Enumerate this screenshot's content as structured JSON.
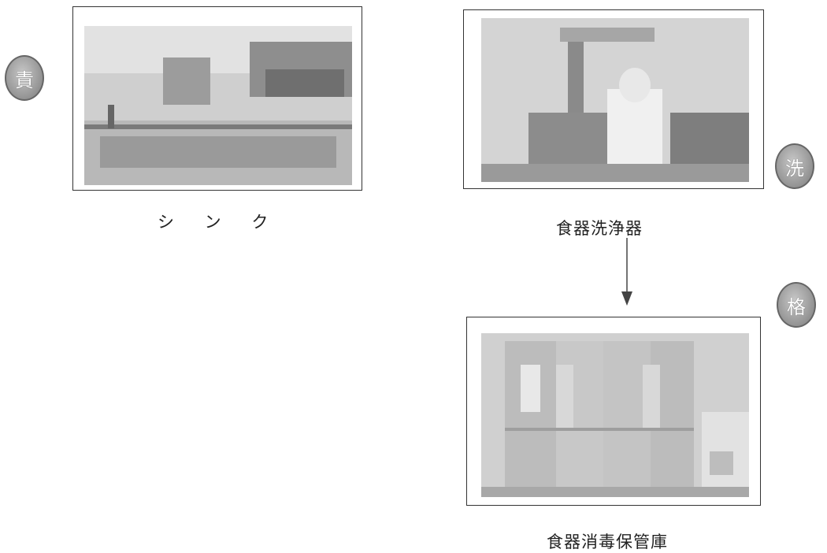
{
  "steps": [
    {
      "badge": "責",
      "caption": "シ ン ク",
      "photo": "sink-photo"
    },
    {
      "badge": "洗",
      "caption": "食器洗浄器",
      "photo": "dishwasher-photo"
    },
    {
      "badge": "格",
      "caption": "食器消毒保管庫",
      "photo": "sterilizer-cabinet-photo"
    }
  ],
  "colors": {
    "frame": "#333333",
    "badge_fill": "#9a9a9a",
    "arrow": "#444444"
  }
}
